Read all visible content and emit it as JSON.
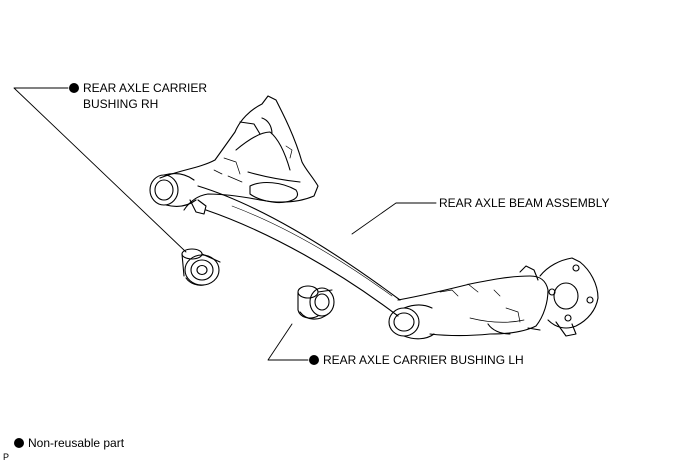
{
  "labels": {
    "rh_bushing_line1": "REAR AXLE CARRIER",
    "rh_bushing_line2": "BUSHING RH",
    "beam_assembly": "REAR AXLE BEAM ASSEMBLY",
    "lh_bushing": "REAR AXLE CARRIER BUSHING LH",
    "legend": "Non-reusable part",
    "figure_code": "P"
  },
  "icons": {
    "marker": "filled-circle-icon"
  }
}
